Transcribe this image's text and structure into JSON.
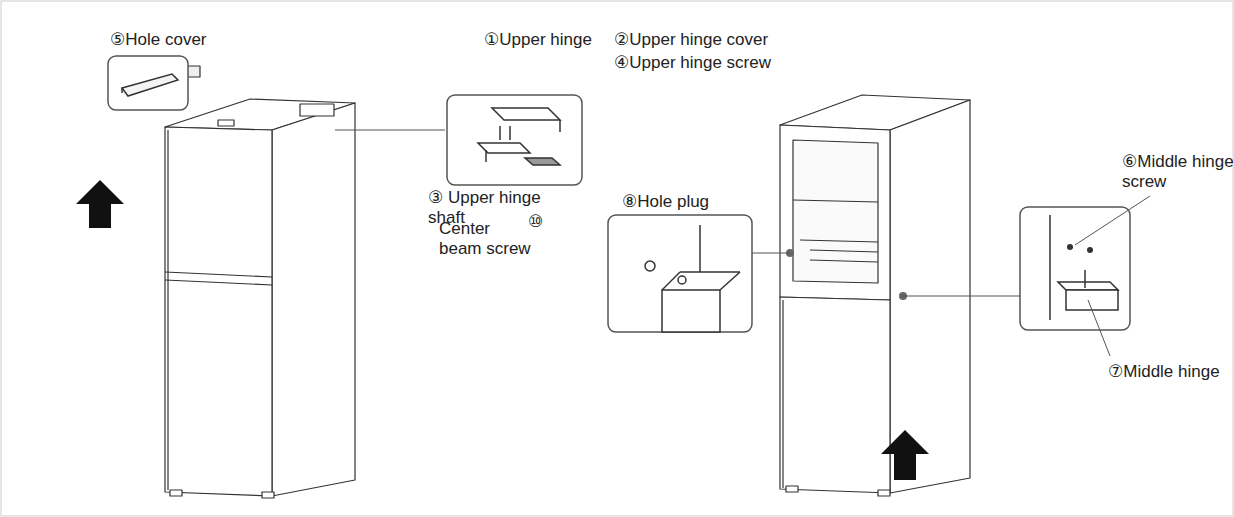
{
  "diagram": {
    "labels": [
      "⑤Hole cover",
      "①Upper hinge",
      "②Upper hinge cover",
      "④Upper hinge screw",
      "③ Upper hinge shaft",
      "⑧Hole plug",
      "Center beam screw",
      "⑩",
      "⑥Middle hinge screw",
      "⑦Middle hinge"
    ]
  }
}
